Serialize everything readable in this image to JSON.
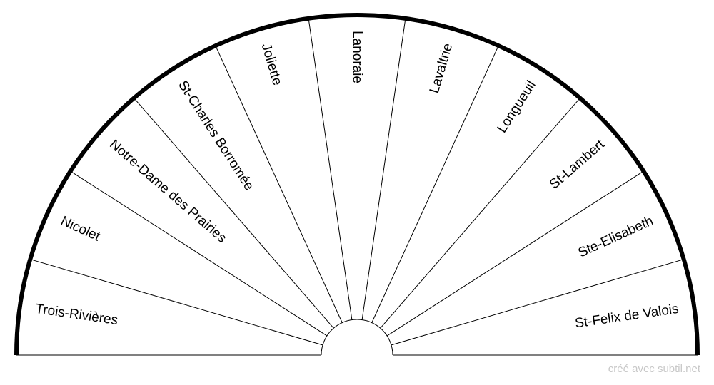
{
  "diagram": {
    "sectors": [
      {
        "label": "Trois-Rivières"
      },
      {
        "label": "Nicolet"
      },
      {
        "label": "Notre-Dame des Prairies"
      },
      {
        "label": "St-Charles Borromée"
      },
      {
        "label": "Joliette"
      },
      {
        "label": "Lanoraie"
      },
      {
        "label": "Lavaltrie"
      },
      {
        "label": "Longueuil"
      },
      {
        "label": "St-Lambert"
      },
      {
        "label": "Ste-Elisabeth"
      },
      {
        "label": "St-Felix de Valois"
      }
    ],
    "colors": {
      "outline": "#000000",
      "background": "#ffffff"
    }
  },
  "footer": {
    "credit": "créé avec subtil.net"
  }
}
